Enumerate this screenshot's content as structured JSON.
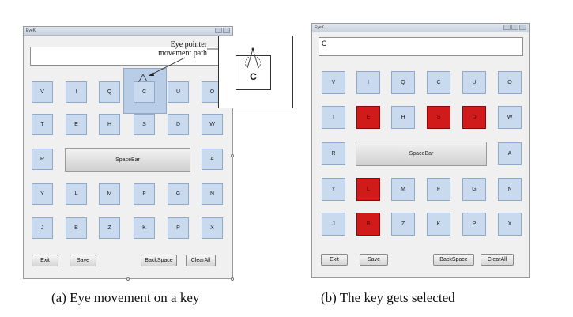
{
  "panel_a": {
    "window_title": "EyeK",
    "keys": {
      "r1": [
        "V",
        "I",
        "Q",
        "C",
        "U",
        "O"
      ],
      "r2": [
        "T",
        "E",
        "H",
        "S",
        "D",
        "W"
      ],
      "r3_left": "R",
      "r3_right": "A",
      "r4": [
        "Y",
        "L",
        "M",
        "F",
        "G",
        "N"
      ],
      "r5": [
        "J",
        "B",
        "Z",
        "K",
        "P",
        "X"
      ]
    },
    "spacebar": "SpaceBar",
    "controls": {
      "exit": "Exit",
      "save": "Save",
      "backspace": "BackSpace",
      "clearall": "ClearAll"
    },
    "annotation": {
      "line1": "Eye pointer",
      "line2": "movement path"
    },
    "inset_key": "C"
  },
  "panel_b": {
    "window_title": "EyeK",
    "text_value": "C",
    "keys": {
      "r1": [
        "V",
        "I",
        "Q",
        "C",
        "U",
        "O"
      ],
      "r2": [
        "T",
        "E",
        "H",
        "S",
        "D",
        "W"
      ],
      "r3_left": "R",
      "r3_right": "A",
      "r4": [
        "Y",
        "L",
        "M",
        "F",
        "G",
        "N"
      ],
      "r5": [
        "J",
        "B",
        "Z",
        "K",
        "P",
        "X"
      ]
    },
    "spacebar": "SpaceBar",
    "controls": {
      "exit": "Exit",
      "save": "Save",
      "backspace": "BackSpace",
      "clearall": "ClearAll"
    },
    "selected_keys": [
      "E",
      "S",
      "D",
      "L",
      "B"
    ],
    "selected_color": "#d11a1a"
  },
  "captions": {
    "a": "(a) Eye movement on a key",
    "b": "(b) The key gets selected"
  }
}
